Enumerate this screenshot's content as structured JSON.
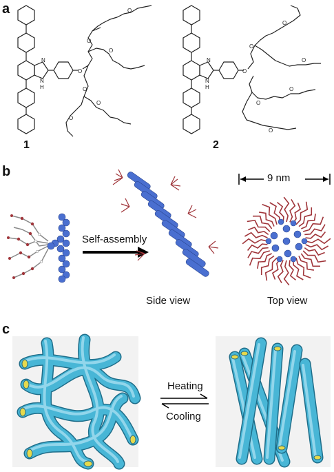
{
  "panel_a": {
    "letter": "a",
    "compound_1": "1",
    "compound_2": "2",
    "oxygen_label": "O",
    "nitrogen_label": "N",
    "nh_label": "N",
    "h_label": "H"
  },
  "panel_b": {
    "letter": "b",
    "arrow_label": "Self-assembly",
    "side_view_label": "Side view",
    "top_view_label": "Top view",
    "scale_label": "9 nm"
  },
  "panel_c": {
    "letter": "c",
    "heating_label": "Heating",
    "cooling_label": "Cooling"
  },
  "colors": {
    "tube": "#48b6d6",
    "tube_outline": "#1f6e8a",
    "tube_cap": "#e6d94c",
    "core": "#4a6fd0",
    "chain_red": "#a0353a"
  }
}
